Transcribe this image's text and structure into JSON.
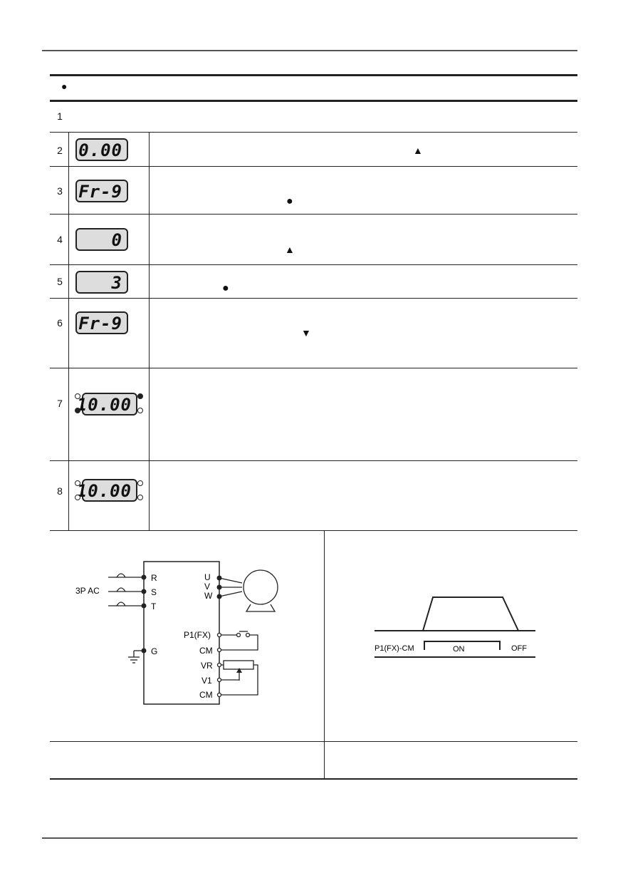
{
  "header": {
    "bullet": "●"
  },
  "steps": [
    {
      "no": "1",
      "display": "",
      "symbol": ""
    },
    {
      "no": "2",
      "display": "0.00",
      "symbol": "▲"
    },
    {
      "no": "3",
      "display": "Fr-9",
      "symbol": "●"
    },
    {
      "no": "4",
      "display": "0",
      "symbol": "▲"
    },
    {
      "no": "5",
      "display": "3",
      "symbol": "●"
    },
    {
      "no": "6",
      "display": "Fr-9",
      "symbol": "▼"
    },
    {
      "no": "7",
      "display": "10.00",
      "symbol": ""
    },
    {
      "no": "8",
      "display": "10.00",
      "symbol": ""
    }
  ],
  "wiring": {
    "supply_label": "3P AC",
    "input_terminals": [
      "R",
      "S",
      "T"
    ],
    "ground_terminal": "G",
    "output_terminals": [
      "U",
      "V",
      "W"
    ],
    "control_terminals": [
      "P1(FX)",
      "CM",
      "VR",
      "V1",
      "CM"
    ]
  },
  "timing": {
    "signal_label": "P1(FX)-CM",
    "on_label": "ON",
    "off_label": "OFF"
  }
}
